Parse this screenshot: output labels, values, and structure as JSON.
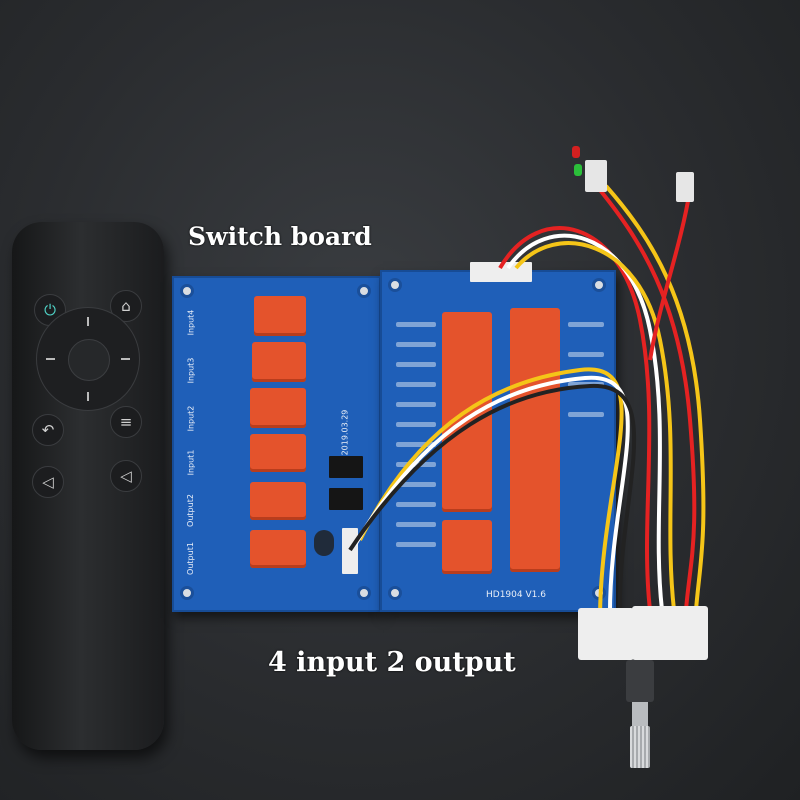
{
  "labels": {
    "top": "Switch board",
    "bottom": "4 input 2 output"
  },
  "switch_board": {
    "date": "2019.03.29",
    "inputs": [
      "Input1",
      "Input2",
      "Input3",
      "Input4"
    ],
    "outputs": [
      "Output1",
      "Output2"
    ]
  },
  "main_board": {
    "model": "HD1904 V1.6"
  }
}
